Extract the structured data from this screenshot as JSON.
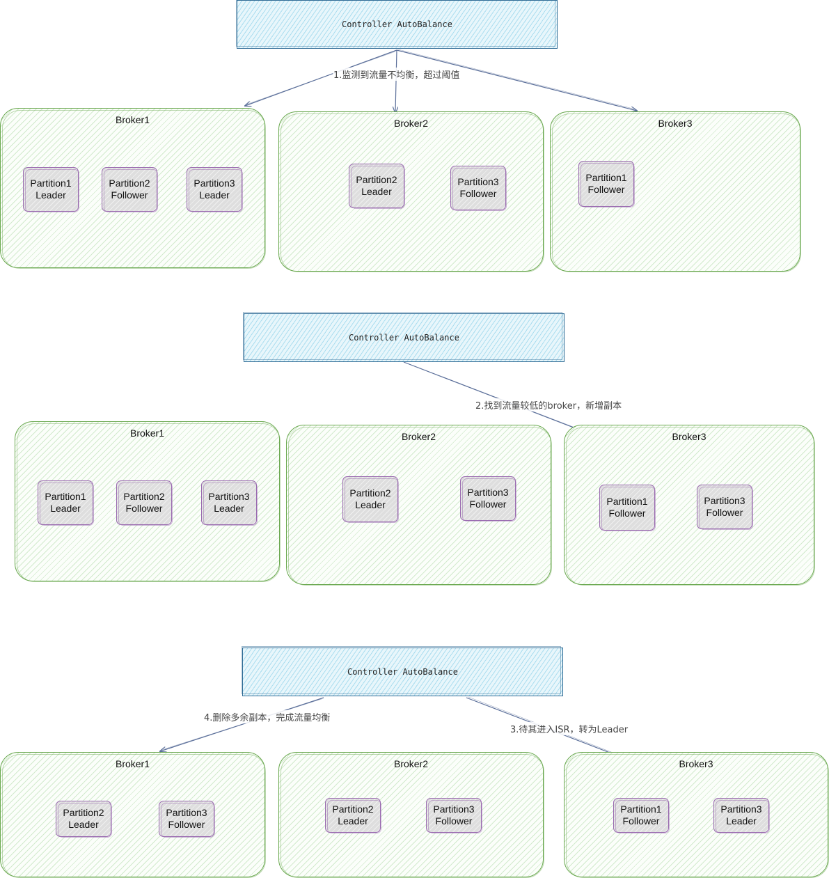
{
  "colors": {
    "controller_border": "#2f6b95",
    "broker_border": "#6aa84f",
    "partition_border": "#9a6bb0",
    "arrow": "#5b6f9a"
  },
  "sections": [
    {
      "controller": "Controller AutoBalance",
      "edge_labels": [
        "1.监测到流量不均衡，超过阈值"
      ],
      "brokers": [
        {
          "title": "Broker1",
          "partitions": [
            [
              "Partition1",
              "Leader"
            ],
            [
              "Partition2",
              "Follower"
            ],
            [
              "Partition3",
              "Leader"
            ]
          ]
        },
        {
          "title": "Broker2",
          "partitions": [
            [
              "Partition2",
              "Leader"
            ],
            [
              "Partition3",
              "Follower"
            ]
          ]
        },
        {
          "title": "Broker3",
          "partitions": [
            [
              "Partition1",
              "Follower"
            ]
          ]
        }
      ]
    },
    {
      "controller": "Controller AutoBalance",
      "edge_labels": [
        "2.找到流量较低的broker，新增副本"
      ],
      "brokers": [
        {
          "title": "Broker1",
          "partitions": [
            [
              "Partition1",
              "Leader"
            ],
            [
              "Partition2",
              "Follower"
            ],
            [
              "Partition3",
              "Leader"
            ]
          ]
        },
        {
          "title": "Broker2",
          "partitions": [
            [
              "Partition2",
              "Leader"
            ],
            [
              "Partition3",
              "Follower"
            ]
          ]
        },
        {
          "title": "Broker3",
          "partitions": [
            [
              "Partition1",
              "Follower"
            ],
            [
              "Partition3",
              "Follower"
            ]
          ]
        }
      ]
    },
    {
      "controller": "Controller AutoBalance",
      "edge_labels": [
        "4.删除多余副本，完成流量均衡",
        "3.待其进入ISR，转为Leader"
      ],
      "brokers": [
        {
          "title": "Broker1",
          "partitions": [
            [
              "Partition2",
              "Leader"
            ],
            [
              "Partition3",
              "Follower"
            ]
          ]
        },
        {
          "title": "Broker2",
          "partitions": [
            [
              "Partition2",
              "Leader"
            ],
            [
              "Partition3",
              "Follower"
            ]
          ]
        },
        {
          "title": "Broker3",
          "partitions": [
            [
              "Partition1",
              "Follower"
            ],
            [
              "Partition3",
              "Leader"
            ]
          ]
        }
      ]
    }
  ]
}
